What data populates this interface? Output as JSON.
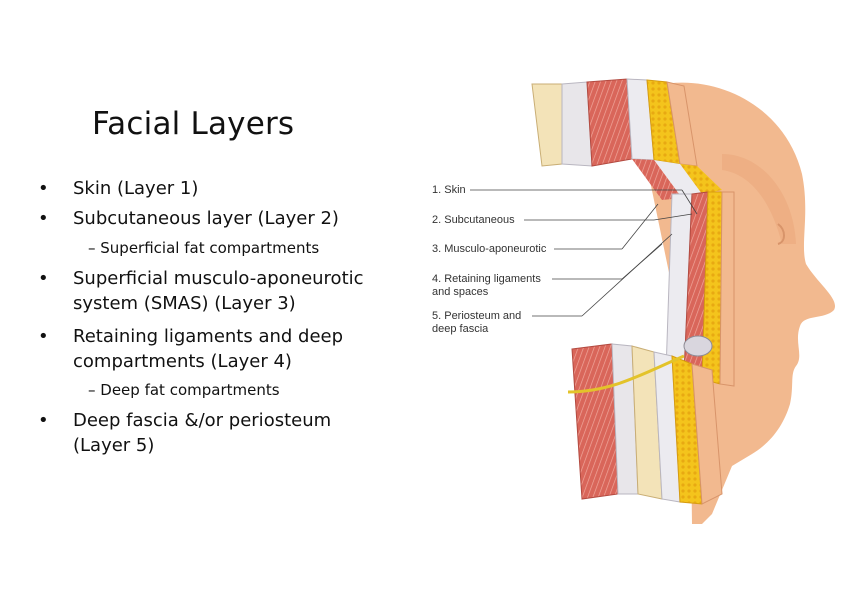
{
  "slide": {
    "title": "Facial Layers",
    "bullets": [
      {
        "level": 1,
        "symbol": "•",
        "text": "Skin (Layer 1)"
      },
      {
        "level": 1,
        "symbol": "•",
        "text": "Subcutaneous layer (Layer 2)"
      },
      {
        "level": 2,
        "symbol": "–",
        "text": "Superficial fat compartments"
      },
      {
        "level": 1,
        "symbol": "•",
        "text": "Superficial musculo-aponeurotic system (SMAS) (Layer 3)"
      },
      {
        "level": 1,
        "symbol": "•",
        "text": "Retaining ligaments and deep compartments (Layer 4)"
      },
      {
        "level": 2,
        "symbol": "–",
        "text": "Deep fat compartments"
      },
      {
        "level": 1,
        "symbol": "•",
        "text": "Deep fascia &/or periosteum (Layer 5)"
      }
    ]
  },
  "figure": {
    "labels": [
      {
        "line1": "1. Skin",
        "line2": ""
      },
      {
        "line1": "2. Subcutaneous",
        "line2": ""
      },
      {
        "line1": "3. Musculo-aponeurotic",
        "line2": ""
      },
      {
        "line1": "4. Retaining ligaments",
        "line2": "and spaces"
      },
      {
        "line1": "5. Periosteum and",
        "line2": "deep fascia"
      }
    ],
    "colors": {
      "skin_tone": "#f2b98f",
      "fat_yellow": "#f4c41c",
      "muscle_red": "#d9665a",
      "bone_cream": "#f3e3b8"
    }
  }
}
